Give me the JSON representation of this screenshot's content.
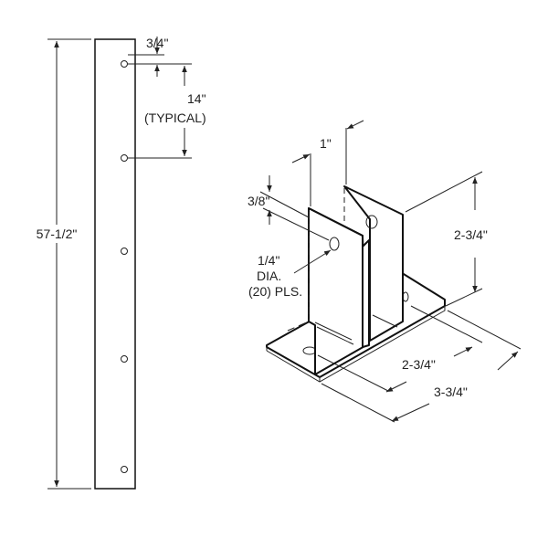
{
  "strip": {
    "length_label": "57-1/2\"",
    "edge_offset_label": "3/4\"",
    "spacing_label": "14\"",
    "spacing_note": "(TYPICAL)"
  },
  "bracket": {
    "gap_label": "1\"",
    "hole_offset_label": "3/8\"",
    "hole_line1": "1/4\"",
    "hole_line2": "DIA.",
    "hole_line3": "(20) PLS.",
    "height_label": "2-3/4\"",
    "depth_label": "2-3/4\"",
    "base_label": "3-3/4\""
  }
}
